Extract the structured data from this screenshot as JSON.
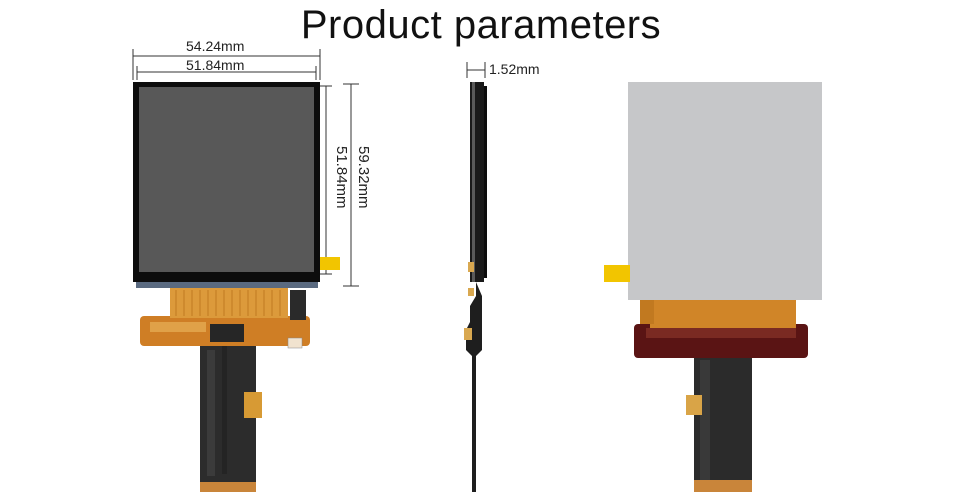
{
  "title": "Product parameters",
  "dimensions": {
    "outer_width": "54.24mm",
    "active_width": "51.84mm",
    "outer_height": "59.32mm",
    "active_height": "51.84mm",
    "thickness": "1.52mm"
  },
  "colors": {
    "screen": "#585858",
    "bezel": "#0d0d0d",
    "fpc_orange": "#d68a2a",
    "fpc_dark": "#2e2e2e",
    "back_panel": "#c6c7c9",
    "back_fpc_red": "#5a1414",
    "tab_yellow": "#f2c500",
    "dim_line": "#333333"
  }
}
